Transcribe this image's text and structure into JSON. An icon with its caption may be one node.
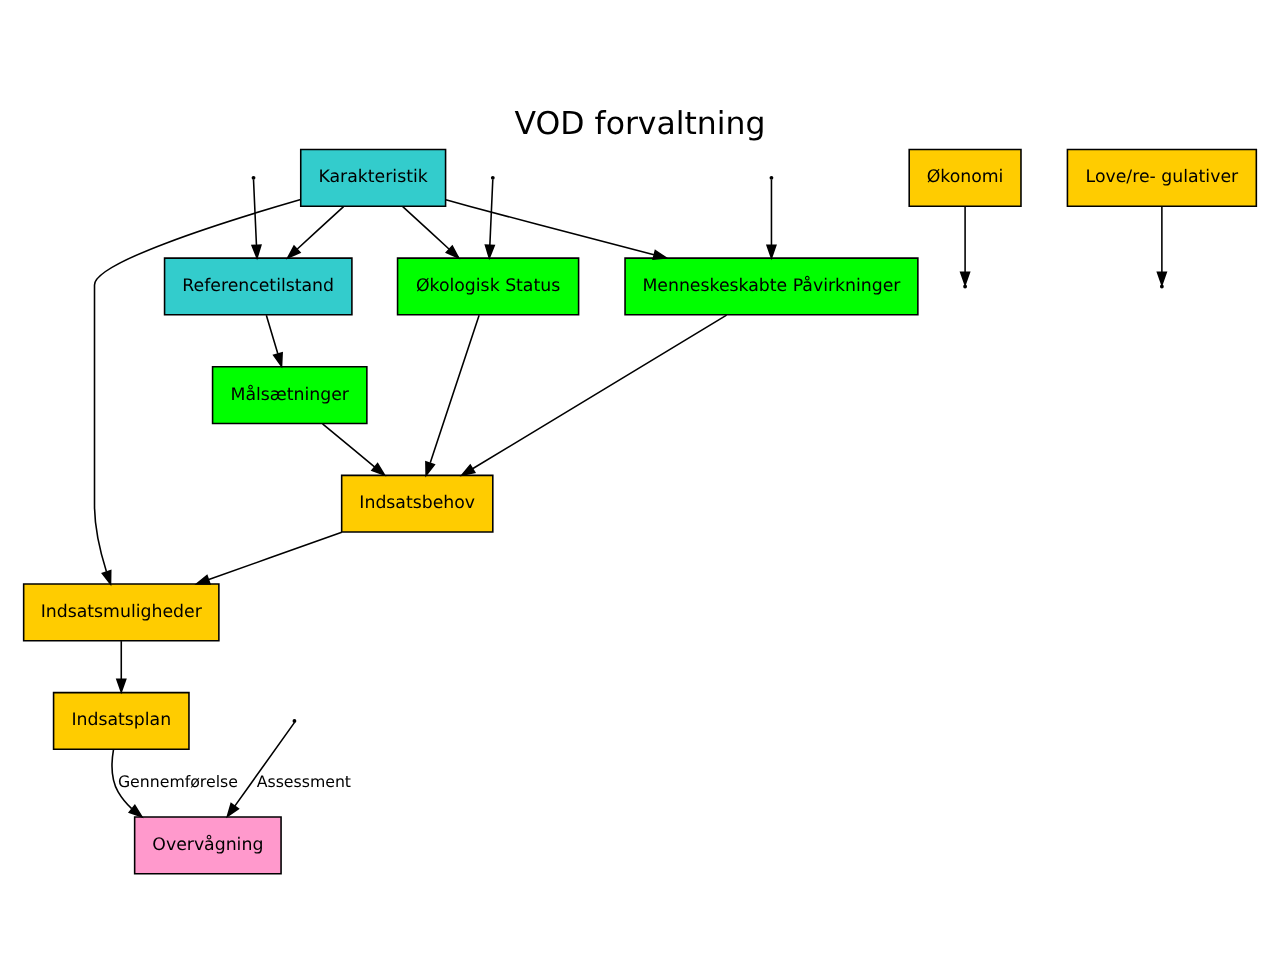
{
  "diagram": {
    "title": "VOD forvaltning",
    "nodes": [
      {
        "text": [
          "Referencetilstand"
        ]
      },
      {
        "text": [
          "Målsætninger"
        ]
      },
      {
        "text": [
          "Karakteristik"
        ]
      },
      {
        "text": [
          "Menneskeskabte Påvirkninger"
        ]
      },
      {
        "text": [
          "Økologisk Status"
        ]
      },
      {
        "text": [
          "Overvågning"
        ]
      },
      {
        "text": [
          "Indsatsbehov"
        ]
      },
      {
        "text": [
          "Indsatsmuligheder"
        ]
      },
      {
        "text": [
          "Økonomi"
        ]
      },
      {
        "text": [
          "Love/re- gulativer"
        ]
      },
      {
        "text": [
          "Indsatsplan"
        ]
      }
    ],
    "edges": [
      {
        "from": null,
        "to": 0,
        "arrow": "to"
      },
      {
        "from": 2,
        "to": 0,
        "arrow": "to"
      },
      {
        "from": 0,
        "to": 1,
        "arrow": "to"
      },
      {
        "from": 1,
        "to": 6,
        "arrow": "to"
      },
      {
        "from": 3,
        "to": 6,
        "arrow": "to"
      },
      {
        "from": 4,
        "to": 6,
        "arrow": "to"
      },
      {
        "from": 2,
        "to": 7,
        "arrow": "to"
      },
      {
        "from": 2,
        "to": 3,
        "arrow": "to"
      },
      {
        "from": 2,
        "to": 4,
        "arrow": "to"
      },
      {
        "from": 6,
        "to": 7,
        "arrow": "to"
      },
      {
        "from": 7,
        "to": 10,
        "arrow": "to"
      },
      {
        "from": 8,
        "to": null,
        "arrow": "to"
      },
      {
        "from": 9,
        "to": null,
        "arrow": "to"
      },
      {
        "from": 10,
        "to": 5,
        "arrow": "to",
        "label": "Gennemførelse"
      },
      {
        "from": null,
        "to": 3,
        "arrow": "to"
      },
      {
        "from": null,
        "to": 4,
        "arrow": "to"
      },
      {
        "from": null,
        "to": 5,
        "arrow": "to",
        "label": "Assessment"
      }
    ]
  }
}
